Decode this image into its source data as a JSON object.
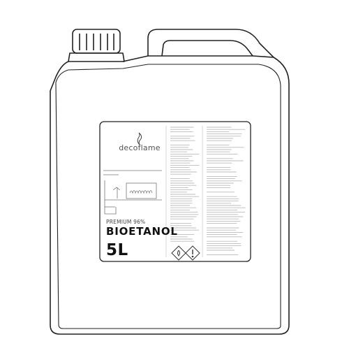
{
  "label": {
    "brand": "decoflame",
    "grade": "PREMIUM 96%",
    "product": "BIOETANOL",
    "volume": "5L"
  },
  "icons": [
    "flame-logo-icon",
    "flammable-hazard-icon",
    "exclamation-hazard-icon",
    "fireplace-illustration"
  ],
  "colors": {
    "outline": "#222222",
    "text_lines": "#bbbbbb",
    "background": "#ffffff"
  }
}
